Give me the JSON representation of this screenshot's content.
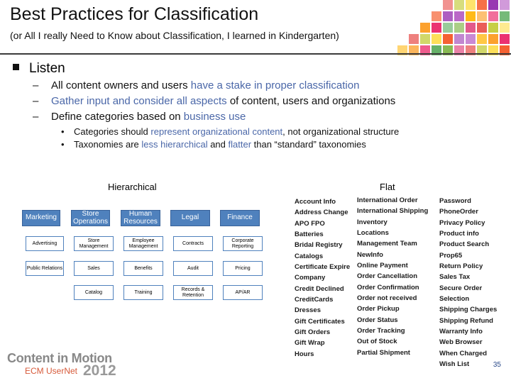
{
  "slide": {
    "title": "Best Practices for Classification",
    "subtitle": "(or All I really Need to Know about Classification, I learned in Kindergarten)",
    "bullet_main": "Listen",
    "sub_bullets": [
      {
        "pre": "All content owners and users ",
        "hl": "have a stake in proper classification",
        "post": ""
      },
      {
        "pre": "",
        "hl": "Gather input and consider all aspects",
        "post": " of content, users and organizations"
      },
      {
        "pre": "Define categories based on ",
        "hl": "business use",
        "post": ""
      }
    ],
    "third_bullets": [
      {
        "pre": "Categories should ",
        "hl": "represent organizational content",
        "post": ", not organizational structure"
      },
      {
        "pre": "Taxonomies are ",
        "hl": "less hierarchical",
        "mid": " and ",
        "hl2": "flatter",
        "post": " than “standard” taxonomies"
      }
    ],
    "page_number": "35"
  },
  "hierarchical": {
    "label": "Hierarchical",
    "headers": [
      "Marketing",
      "Store Operations",
      "Human Resources",
      "Legal",
      "Finance"
    ],
    "rows": [
      [
        "Advertising",
        "Store Management",
        "Employee Management",
        "Contracts",
        "Corporate Reporting"
      ],
      [
        "Public Relations",
        "Sales",
        "Benefits",
        "Audit",
        "Pricing"
      ],
      [
        "",
        "Catalog",
        "Training",
        "Records & Retention",
        "AP/AR"
      ]
    ]
  },
  "flat": {
    "label": "Flat",
    "col1": [
      "Account Info",
      "Address Change",
      "APO FPO",
      "Batteries",
      "Bridal Registry",
      "Catalogs",
      "Certificate Expire",
      "Company",
      "Credit Declined",
      "CreditCards",
      "Dresses",
      "Gift Certificates",
      "Gift Orders",
      "Gift Wrap",
      "Hours"
    ],
    "col2": [
      "International Order",
      "International Shipping",
      "Inventory",
      "Locations",
      "Management Team",
      "NewInfo",
      "Online Payment",
      "Order Cancellation",
      "Order Confirmation",
      "Order not received",
      "Order Pickup",
      "Order Status",
      "Order Tracking",
      "Out of Stock",
      "Partial Shipment"
    ],
    "col3": [
      "Password",
      "PhoneOrder",
      "Privacy Policy",
      "Product info",
      "Product Search",
      "Prop65",
      "Return Policy",
      "Sales Tax",
      "Secure Order",
      "Selection",
      "Shipping Charges",
      "Shipping Refund",
      "Warranty Info",
      "Web Browser",
      "When Charged",
      "Wish List"
    ]
  },
  "logo": {
    "main": "Content in Motion",
    "sub": "ECM UserNet",
    "year": "2012"
  },
  "colors": {
    "header_blue": "#4f81bd",
    "highlight_text": "#4a67a8",
    "logo_orange": "#d75a3a"
  }
}
